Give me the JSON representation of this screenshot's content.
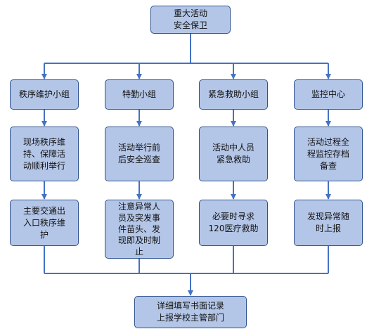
{
  "colors": {
    "box_fill": "#b4c6e7",
    "box_border": "#2f528f",
    "connector": "#4472c4",
    "text": "#111111"
  },
  "root": {
    "label": "重大活动\n安全保卫"
  },
  "groups": [
    {
      "title": "秩序维护小组",
      "duty": "现场秩序维\n持、保障活\n动顺利举行",
      "action": "主要交通出\n入口秩序维\n护"
    },
    {
      "title": "特勤小组",
      "duty": "活动举行前\n后安全巡查",
      "action": "注意异常人\n员及突发事\n件苗头、发\n现即及时制\n止"
    },
    {
      "title": "紧急救助小组",
      "duty": "活动中人员\n紧急救助",
      "action": "必要时寻求\n120医疗救助"
    },
    {
      "title": "监控中心",
      "duty": "活动过程全\n程监控存档\n备查",
      "action": "发现异常随\n时上报"
    }
  ],
  "final": {
    "label": "详细填写书面记录\n上报学校主管部门"
  }
}
